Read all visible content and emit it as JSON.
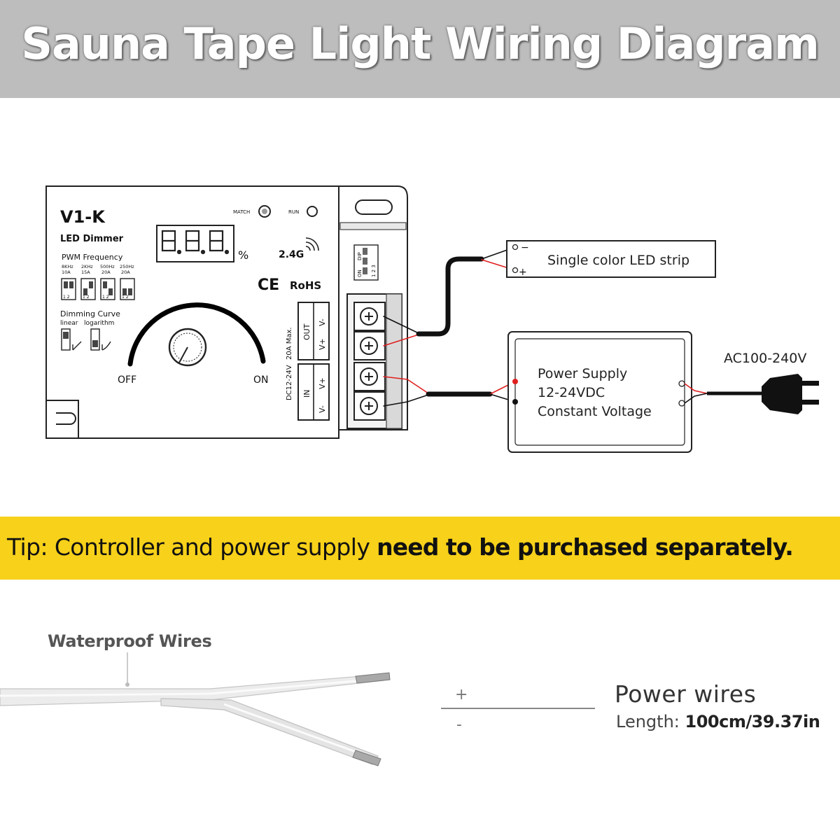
{
  "title": "Sauna Tape Light Wiring Diagram",
  "controller": {
    "model": "V1-K",
    "subtitle": "LED Dimmer",
    "display_digits": "8.8.8.",
    "percent": "%",
    "match_label": "MATCH",
    "run_label": "RUN",
    "wireless": "2.4G",
    "cert_ce": "CE",
    "cert_rohs": "RoHS",
    "pwm_label": "PWM Frequency",
    "pwm_options": [
      {
        "freq": "8KHz",
        "amp": "10A"
      },
      {
        "freq": "2KHz",
        "amp": "15A"
      },
      {
        "freq": "500Hz",
        "amp": "20A"
      },
      {
        "freq": "250Hz",
        "amp": "20A"
      }
    ],
    "dip_numbers": "1 2",
    "curve_label": "Dimming Curve",
    "curve_linear": "linear",
    "curve_log": "logarithm",
    "dial_off": "OFF",
    "dial_on": "ON",
    "out_label": "OUT",
    "in_label": "IN",
    "v_minus": "V-",
    "v_plus": "V+",
    "rating_voltage": "DC12-24V",
    "rating_current": "20A Max.",
    "side_dip_on": "ON",
    "side_dip_dip": "DIP",
    "side_dip_numbers": "1 2 3"
  },
  "led_strip": {
    "label": "Single color LED strip",
    "minus": "−",
    "plus": "+"
  },
  "power_supply": {
    "line1": "Power Supply",
    "line2": "12-24VDC",
    "line3": "Constant Voltage",
    "ac_label": "AC100-240V"
  },
  "tip": {
    "normal": "Tip: Controller and power supply ",
    "bold": "need to be purchased separately."
  },
  "wires": {
    "label": "Waterproof Wires",
    "plus": "+",
    "minus": "-",
    "title": "Power wires",
    "length_label": "Length: ",
    "length_value": "100cm/39.37in"
  },
  "colors": {
    "header_bg": "#bdbdbd",
    "tip_bg": "#f7d11a",
    "wire_red": "#e02020",
    "wire_black": "#111111"
  }
}
